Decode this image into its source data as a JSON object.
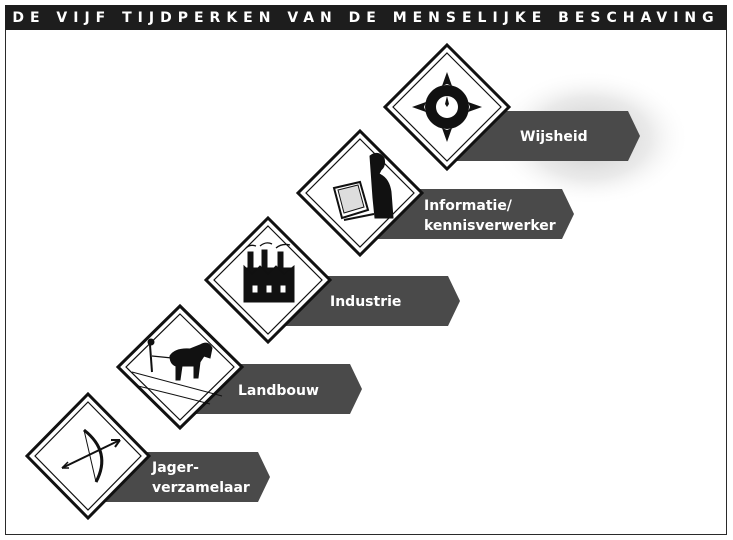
{
  "title": "DE VIJF TIJDPERKEN VAN DE MENSELIJKE BESCHAVING",
  "colors": {
    "title_bar": "#1d1d1d",
    "banner": "#4a4a4a",
    "diamond_stroke": "#111111",
    "glow": "#c8c8c8"
  },
  "stages": [
    {
      "id": "jager",
      "icon": "bow-and-arrow-icon",
      "lines": [
        "Jager-",
        "verzamelaar"
      ]
    },
    {
      "id": "landbouw",
      "icon": "horse-plough-icon",
      "lines": [
        "Landbouw"
      ]
    },
    {
      "id": "industrie",
      "icon": "factory-icon",
      "lines": [
        "Industrie"
      ]
    },
    {
      "id": "informatie",
      "icon": "computer-worker-icon",
      "lines": [
        "Informatie/",
        "kennisverwerker"
      ]
    },
    {
      "id": "wijsheid",
      "icon": "compass-icon",
      "lines": [
        "Wijsheid"
      ]
    }
  ]
}
